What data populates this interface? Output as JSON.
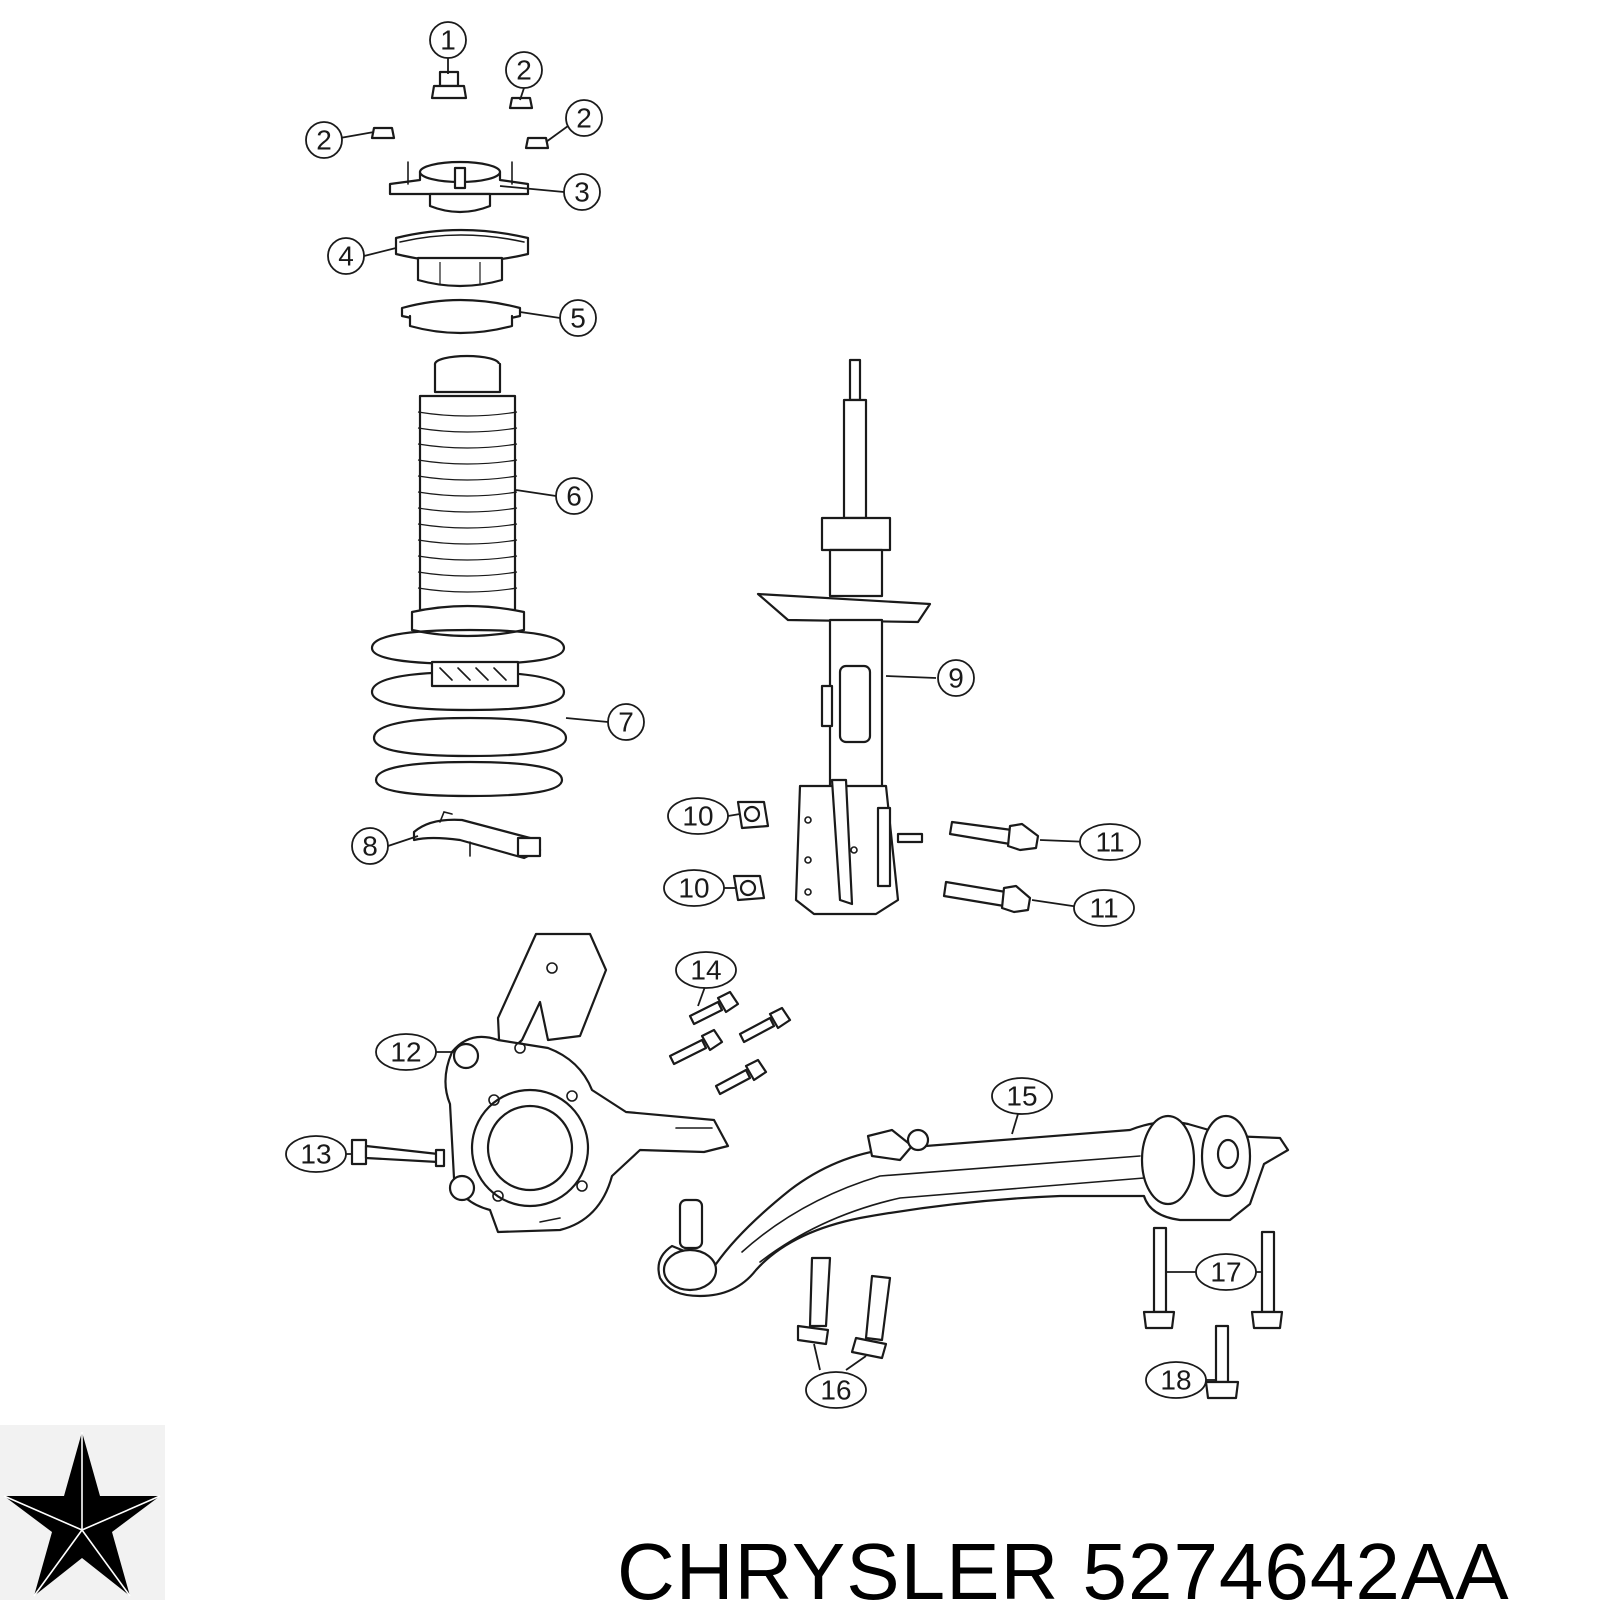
{
  "callouts": [
    "1",
    "2",
    "3",
    "4",
    "5",
    "6",
    "7",
    "8",
    "9",
    "10",
    "11",
    "12",
    "13",
    "14",
    "15",
    "16",
    "17",
    "18"
  ],
  "brand": {
    "name": "CHRYSLER",
    "part_number": "5274642AA",
    "logo_icon": "pentastar-icon"
  },
  "colors": {
    "line": "#1a1a1a",
    "background": "#ffffff"
  }
}
